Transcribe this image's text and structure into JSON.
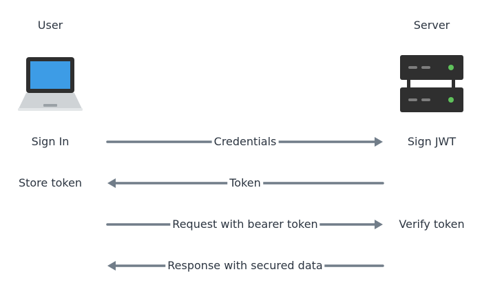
{
  "actors": {
    "user": {
      "label": "User",
      "icon": "laptop-icon"
    },
    "server": {
      "label": "Server",
      "icon": "server-icon"
    }
  },
  "steps": [
    {
      "left": "Sign In",
      "message": "Credentials",
      "right": "Sign JWT",
      "direction": "to-server"
    },
    {
      "left": "Store token",
      "message": "Token",
      "right": "",
      "direction": "to-user"
    },
    {
      "left": "",
      "message": "Request with bearer token",
      "right": "Verify token",
      "direction": "to-server"
    },
    {
      "left": "",
      "message": "Response with secured data",
      "right": "",
      "direction": "to-user"
    }
  ],
  "colors": {
    "arrow": "#717d89",
    "text": "#2b3440",
    "laptop_screen": "#3d9ce6",
    "server_body": "#2f2f2f",
    "server_led": "#5fc25b"
  }
}
